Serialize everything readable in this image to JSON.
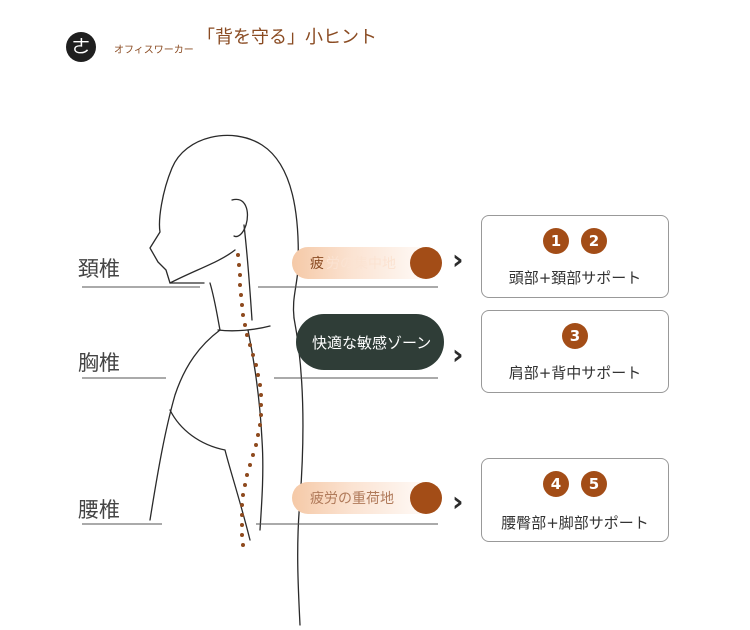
{
  "header": {
    "logo_glyph": "ㄜ",
    "subtitle": "オフィスワーカー",
    "title": "「背を守る」小ヒント"
  },
  "spine_labels": {
    "cervical": "頚椎",
    "thoracic": "胸椎",
    "lumbar": "腰椎"
  },
  "pills": {
    "cervical_text": "疲",
    "cervical_faded_text": "労の集中地",
    "thoracic_text": "快適な敏感ゾーン",
    "lumbar_text": "疲労の重荷地"
  },
  "cards": [
    {
      "badges": [
        "1",
        "2"
      ],
      "label": "頭部+頚部サポート"
    },
    {
      "badges": [
        "3"
      ],
      "label": "肩部+背中サポート"
    },
    {
      "badges": [
        "4",
        "5"
      ],
      "label": "腰臀部+脚部サポート"
    }
  ],
  "colors": {
    "accent": "#a34d17",
    "dark_pill": "#2f3d37",
    "title": "#8a4b22"
  }
}
